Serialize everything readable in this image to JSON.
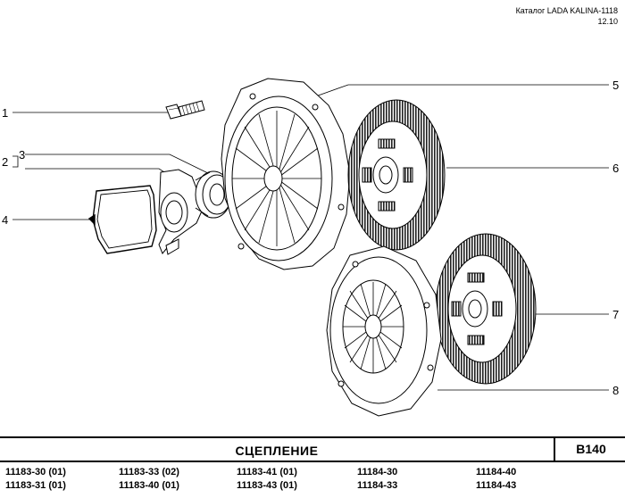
{
  "catalog": {
    "title": "Каталог LADA KALINA-1118",
    "date": "12.10"
  },
  "callouts": [
    "1",
    "2",
    "3",
    "4",
    "5",
    "6",
    "7",
    "8"
  ],
  "section": {
    "title": "СЦЕПЛЕНИЕ",
    "code": "B140"
  },
  "part_numbers": [
    [
      "11183-30 (01)",
      "11183-31 (01)"
    ],
    [
      "11183-33 (02)",
      "11183-40 (01)"
    ],
    [
      "11183-41 (01)",
      "11183-43 (01)"
    ],
    [
      "11184-30",
      "11184-33"
    ],
    [
      "11184-40",
      "11184-43"
    ]
  ]
}
